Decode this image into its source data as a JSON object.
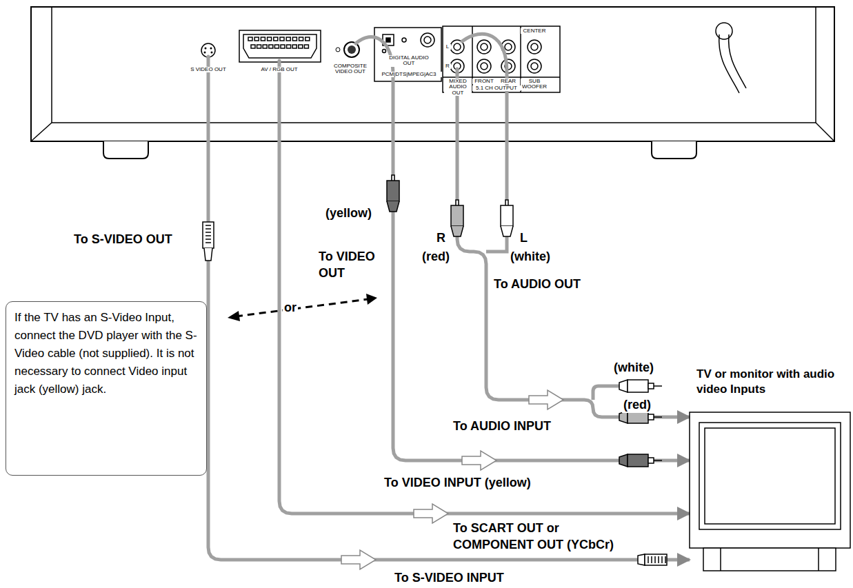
{
  "diagram": {
    "nodes": [
      {
        "text": [
          "S VIDEO OUT",
          "AV / RGB OUT",
          "COMPOSITE VIDEO OUT",
          "DIGITAL AUDIO OUT",
          "PCM|DTS|MPEG|AC3",
          "MIXED AUDIO OUT",
          "FRONT",
          "REAR",
          "5.1 CH OUTPUT",
          "CENTER",
          "SUB WOOFER",
          "L",
          "R"
        ]
      },
      {
        "text": [
          "If the TV has an S-Video Input, connect the DVD player with the S-Video cable (not supplied). It is not necessary to connect Video input jack (yellow) jack."
        ]
      },
      {
        "text": [
          "TV or monitor with audio video Inputs"
        ]
      }
    ],
    "edges": [
      {
        "from": 0,
        "to": 2,
        "arrow": "to",
        "label": "To S-VIDEO INPUT"
      },
      {
        "from": 0,
        "to": 2,
        "arrow": "to",
        "label": "To VIDEO INPUT (yellow)"
      },
      {
        "from": 0,
        "to": 2,
        "arrow": "to",
        "label": "To AUDIO INPUT"
      },
      {
        "from": 0,
        "to": 2,
        "arrow": "to",
        "label": "To SCART OUT or COMPONENT OUT (YCbCr)"
      }
    ],
    "labels": [
      "To S-VIDEO OUT",
      "(yellow)",
      "To VIDEO OUT",
      "R",
      "(red)",
      "L",
      "(white)",
      "To AUDIO OUT",
      "or",
      "(white)",
      "(red)"
    ]
  }
}
